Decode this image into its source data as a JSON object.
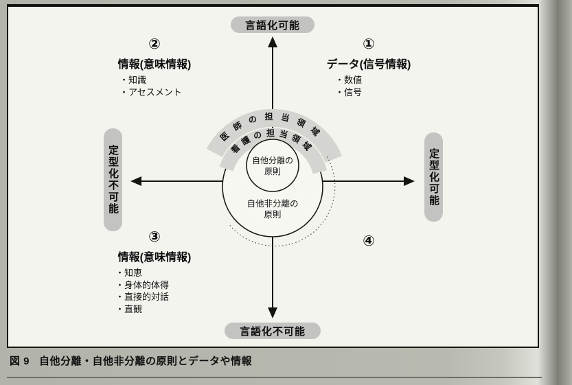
{
  "caption": {
    "fig_label": "図 9",
    "fig_title": "自他分離・自他非分離の原則とデータや情報"
  },
  "axes": {
    "top": "言語化可能",
    "bottom": "言語化不可能",
    "left": "定型化不可能",
    "right": "定型化可能"
  },
  "quadrants": {
    "q1": {
      "number": "①",
      "title": "データ(信号情報)",
      "items": [
        "・数値",
        "・信号"
      ]
    },
    "q2": {
      "number": "②",
      "title": "情報(意味情報)",
      "items": [
        "・知識",
        "・アセスメント"
      ]
    },
    "q3": {
      "number": "③",
      "title": "情報(意味情報)",
      "items": [
        "・知恵",
        "・身体的体得",
        "・直接的対話",
        "・直観"
      ]
    },
    "q4": {
      "number": "④"
    }
  },
  "center": {
    "doctor_arc": "医師の担当領域",
    "nurse_arc": "看護の担当領域",
    "inner_circle_line1": "自他分離の",
    "inner_circle_line2": "原則",
    "outer_circle_line1": "自他非分離の",
    "outer_circle_line2": "原則"
  },
  "colors": {
    "pill_bg": "#c3c3c1",
    "band_gray": "#d4d4d0",
    "box_bg": "#f4f4ef",
    "page_bg": "#b5b7ae",
    "line": "#15150f"
  }
}
